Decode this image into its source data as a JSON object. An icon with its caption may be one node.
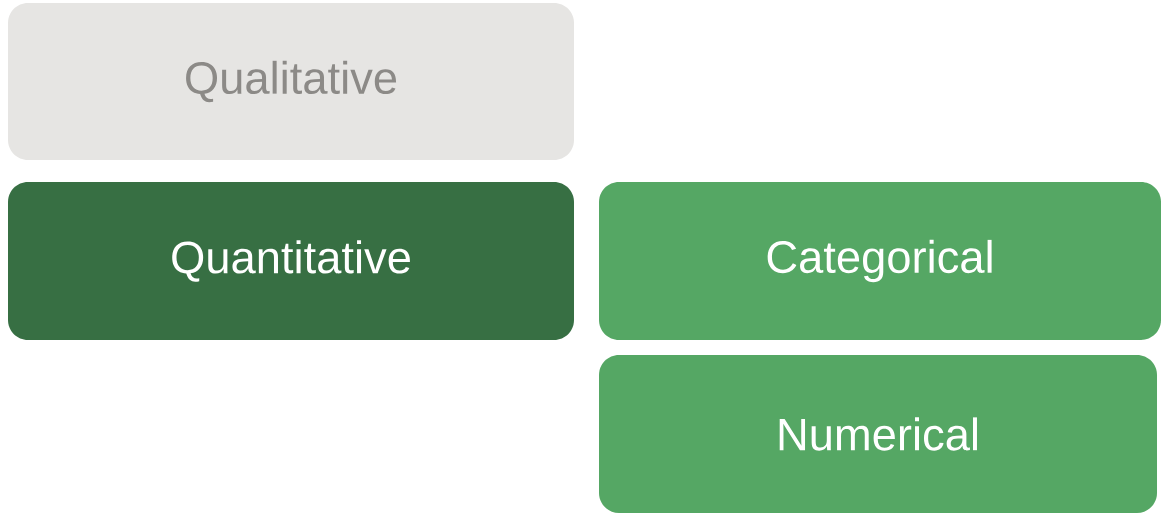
{
  "diagram": {
    "nodes": [
      {
        "text": [
          "Qualitative"
        ]
      },
      {
        "text": [
          "Quantitative"
        ]
      },
      {
        "text": [
          "Categorical"
        ]
      },
      {
        "text": [
          "Numerical"
        ]
      }
    ]
  }
}
